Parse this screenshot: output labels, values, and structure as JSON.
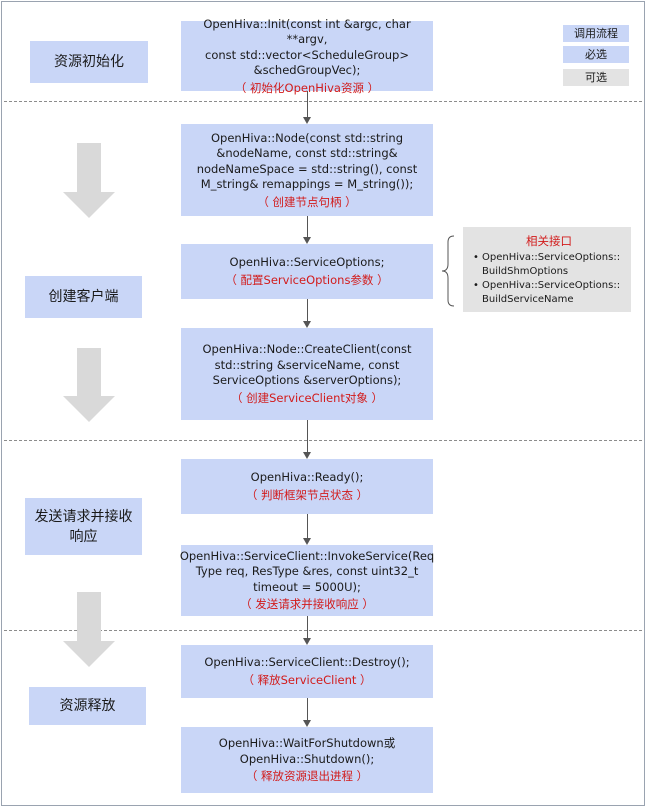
{
  "legend": {
    "call_flow": "调用流程",
    "required": "必选",
    "optional": "可选"
  },
  "colors": {
    "call_flow": "#c9d6f7",
    "required": "#c9d6f7",
    "optional": "#e3e3e3",
    "note_red": "#d21b1b",
    "big_arrow": "#d9d9d9"
  },
  "stages": {
    "init": "资源初始化",
    "create_client": "创建客户端",
    "send_receive": "发送请求并接收响应",
    "release": "资源释放"
  },
  "steps": [
    {
      "code": "OpenHiva::Init(const int &argc, char **argv,\nconst std::vector<ScheduleGroup>\n&schedGroupVec);",
      "note": "（ 初始化OpenHiva资源 ）"
    },
    {
      "code": "OpenHiva::Node(const std::string\n&nodeName, const std::string&\nnodeNameSpace = std::string(), const\nM_string& remappings = M_string());",
      "note": "（ 创建节点句柄 ）"
    },
    {
      "code": "OpenHiva::ServiceOptions;",
      "note": "（ 配置ServiceOptions参数 ）"
    },
    {
      "code": "OpenHiva::Node::CreateClient(const\nstd::string &serviceName, const\nServiceOptions &serverOptions);",
      "note": "（ 创建ServiceClient对象 ）"
    },
    {
      "code": "OpenHiva::Ready();",
      "note": "（ 判断框架节点状态 ）"
    },
    {
      "code": "OpenHiva::ServiceClient::InvokeService(Req\nType req, ResType &res, const uint32_t\ntimeout = 5000U);",
      "note": "（ 发送请求并接收响应 ）"
    },
    {
      "code": "OpenHiva::ServiceClient::Destroy();",
      "note": "（ 释放ServiceClient ）"
    },
    {
      "code": "OpenHiva::WaitForShutdown或\nOpenHiva::Shutdown();",
      "note": "（ 释放资源退出进程 ）"
    }
  ],
  "related_interfaces": {
    "title": "相关接口",
    "items": [
      "OpenHiva::ServiceOptions::BuildShmOptions",
      "OpenHiva::ServiceOptions::BuildServiceName"
    ]
  }
}
